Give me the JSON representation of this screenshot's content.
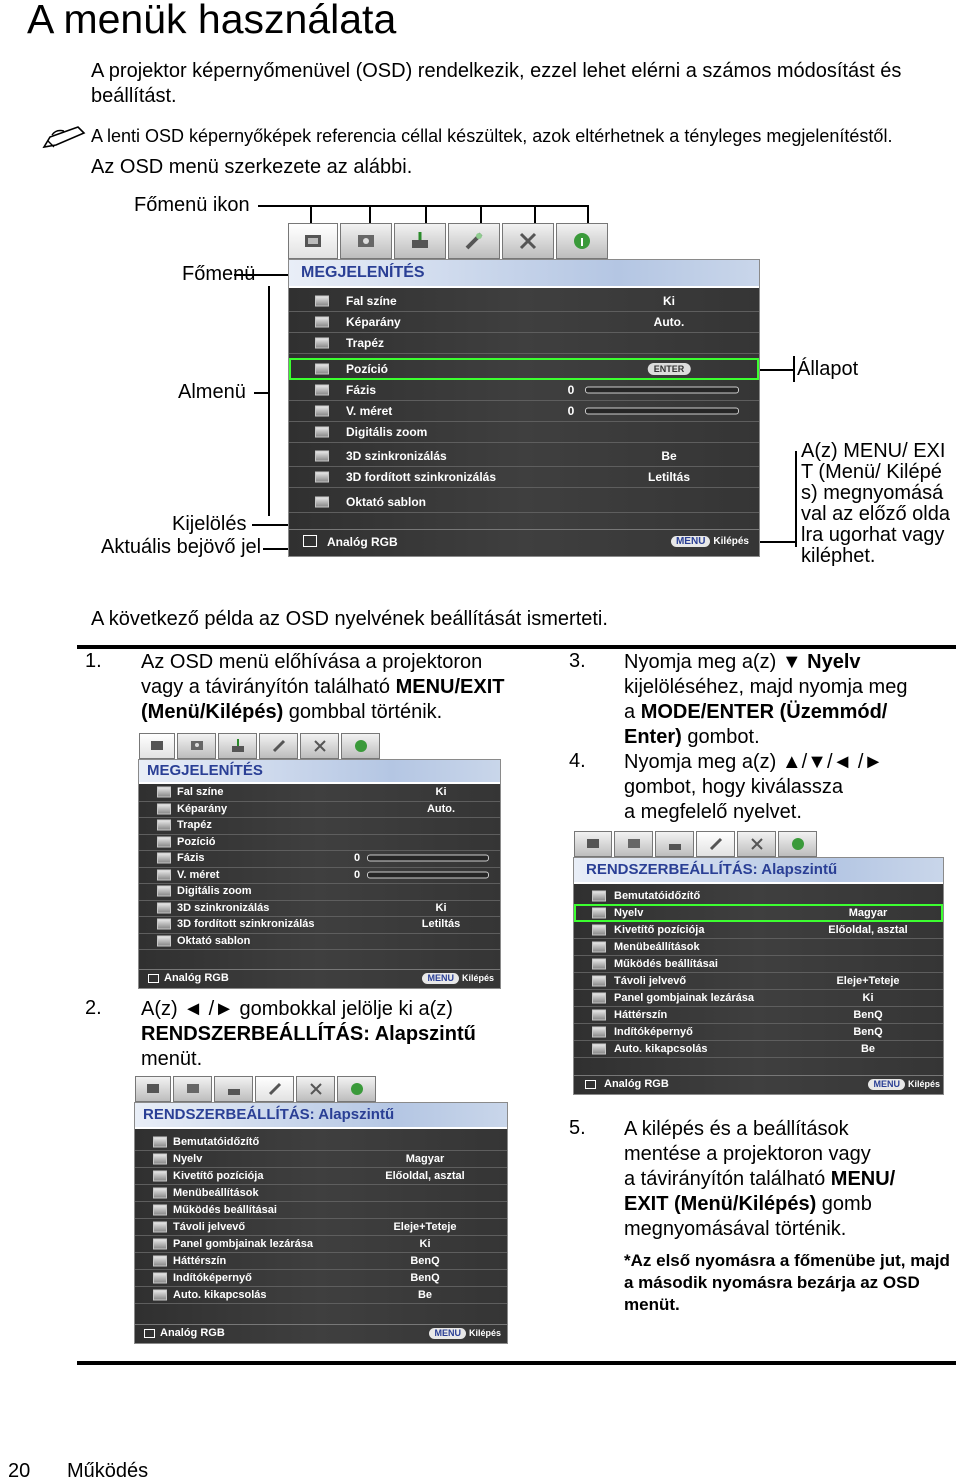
{
  "page": {
    "title": "A menük használata",
    "intro": "A projektor képernyőmenüvel (OSD) rendelkezik, ezzel lehet elérni a számos módosítást és beállítást.",
    "note": "A lenti OSD képernyőképek referencia céllal készültek, azok eltérhetnek a tényleges megjelenítéstől.",
    "structure_intro": "Az OSD menü szerkezete az alábbi.",
    "example_intro": "A következő példa az OSD nyelvének beállítását ismerteti.",
    "footer_page": "20",
    "footer_section": "Működés"
  },
  "diagram": {
    "labels": {
      "main_icon": "Főmenü ikon",
      "main_menu": "Főmenü",
      "submenu": "Almenü",
      "highlight": "Kijelölés",
      "current_source": "Aktuális bejövő jel",
      "status": "Állapot",
      "exit_note": "A(z) MENU/ EXIT (Menü/ Kilépés) megnyomásával az előző oldalra ugorhat vagy kiléphet."
    }
  },
  "osd_display": {
    "header": "MEGJELENÍTÉS",
    "rows": [
      {
        "label": "Fal színe",
        "value": "Ki"
      },
      {
        "label": "Képarány",
        "value": "Auto."
      },
      {
        "label": "Trapéz",
        "value": ""
      },
      {
        "label": "Pozíció",
        "value": "ENTER"
      },
      {
        "label": "Fázis",
        "value": "0"
      },
      {
        "label": "V. méret",
        "value": "0"
      },
      {
        "label": "Digitális zoom",
        "value": ""
      },
      {
        "label": "3D szinkronizálás",
        "value": "Be"
      },
      {
        "label": "3D fordított szinkronizálás",
        "value": "Letiltás"
      },
      {
        "label": "Oktató sablon",
        "value": ""
      }
    ],
    "source": "Analóg RGB",
    "menu_btn": "MENU",
    "exit_label": "Kilépés"
  },
  "osd_display_small": {
    "rows": [
      {
        "label": "Fal színe",
        "value": "Ki"
      },
      {
        "label": "Képarány",
        "value": "Auto."
      },
      {
        "label": "Trapéz",
        "value": ""
      },
      {
        "label": "Pozíció",
        "value": ""
      },
      {
        "label": "Fázis",
        "value": "0"
      },
      {
        "label": "V. méret",
        "value": "0"
      },
      {
        "label": "Digitális zoom",
        "value": ""
      },
      {
        "label": "3D szinkronizálás",
        "value": "Ki"
      },
      {
        "label": "3D fordított szinkronizálás",
        "value": "Letiltás"
      },
      {
        "label": "Oktató sablon",
        "value": ""
      }
    ]
  },
  "osd_system": {
    "header": "RENDSZERBEÁLLÍTÁS: Alapszintű",
    "rows": [
      {
        "label": "Bemutatóidőzítő",
        "value": ""
      },
      {
        "label": "Nyelv",
        "value": "Magyar"
      },
      {
        "label": "Kivetítő pozíciója",
        "value": "Előoldal, asztal"
      },
      {
        "label": "Menübeállítások",
        "value": ""
      },
      {
        "label": "Működés beállításai",
        "value": ""
      },
      {
        "label": "Távoli jelvevő",
        "value": "Eleje+Teteje"
      },
      {
        "label": "Panel gombjainak lezárása",
        "value": "Ki"
      },
      {
        "label": "Háttérszín",
        "value": "BenQ"
      },
      {
        "label": "Indítóképernyő",
        "value": "BenQ"
      },
      {
        "label": "Auto. kikapcsolás",
        "value": "Be"
      }
    ]
  },
  "steps": [
    {
      "num": "1.",
      "lines": [
        "Az OSD menü előhívása a projektoron",
        "vagy a távirányítón található MENU/EXIT",
        "(Menü/Kilépés) gombbal történik."
      ]
    },
    {
      "num": "2.",
      "lines": [
        "A(z) ◄ /► gombokkal jelölje ki a(z)",
        "RENDSZERBEÁLLÍTÁS: Alapszintű",
        "menüt."
      ]
    },
    {
      "num": "3.",
      "lines": [
        "Nyomja meg a(z) ▼ Nyelv",
        "kijelöléséhez, majd nyomja meg",
        "a MODE/ENTER (Üzemmód/",
        "Enter) gombot."
      ]
    },
    {
      "num": "4.",
      "lines": [
        "Nyomja meg a(z) ▲/▼/◄ /►",
        "gombot, hogy kiválassza",
        "a megfelelő nyelvet."
      ]
    },
    {
      "num": "5.",
      "lines": [
        "A kilépés és a beállítások",
        "mentése a projektoron vagy",
        "a távirányítón található MENU/",
        "EXIT (Menü/Kilépés) gomb",
        "megnyomásával történik."
      ]
    }
  ],
  "step5_note": "*Az első nyomásra a főmenübe jut, majd a második nyomásra bezárja az OSD menüt."
}
